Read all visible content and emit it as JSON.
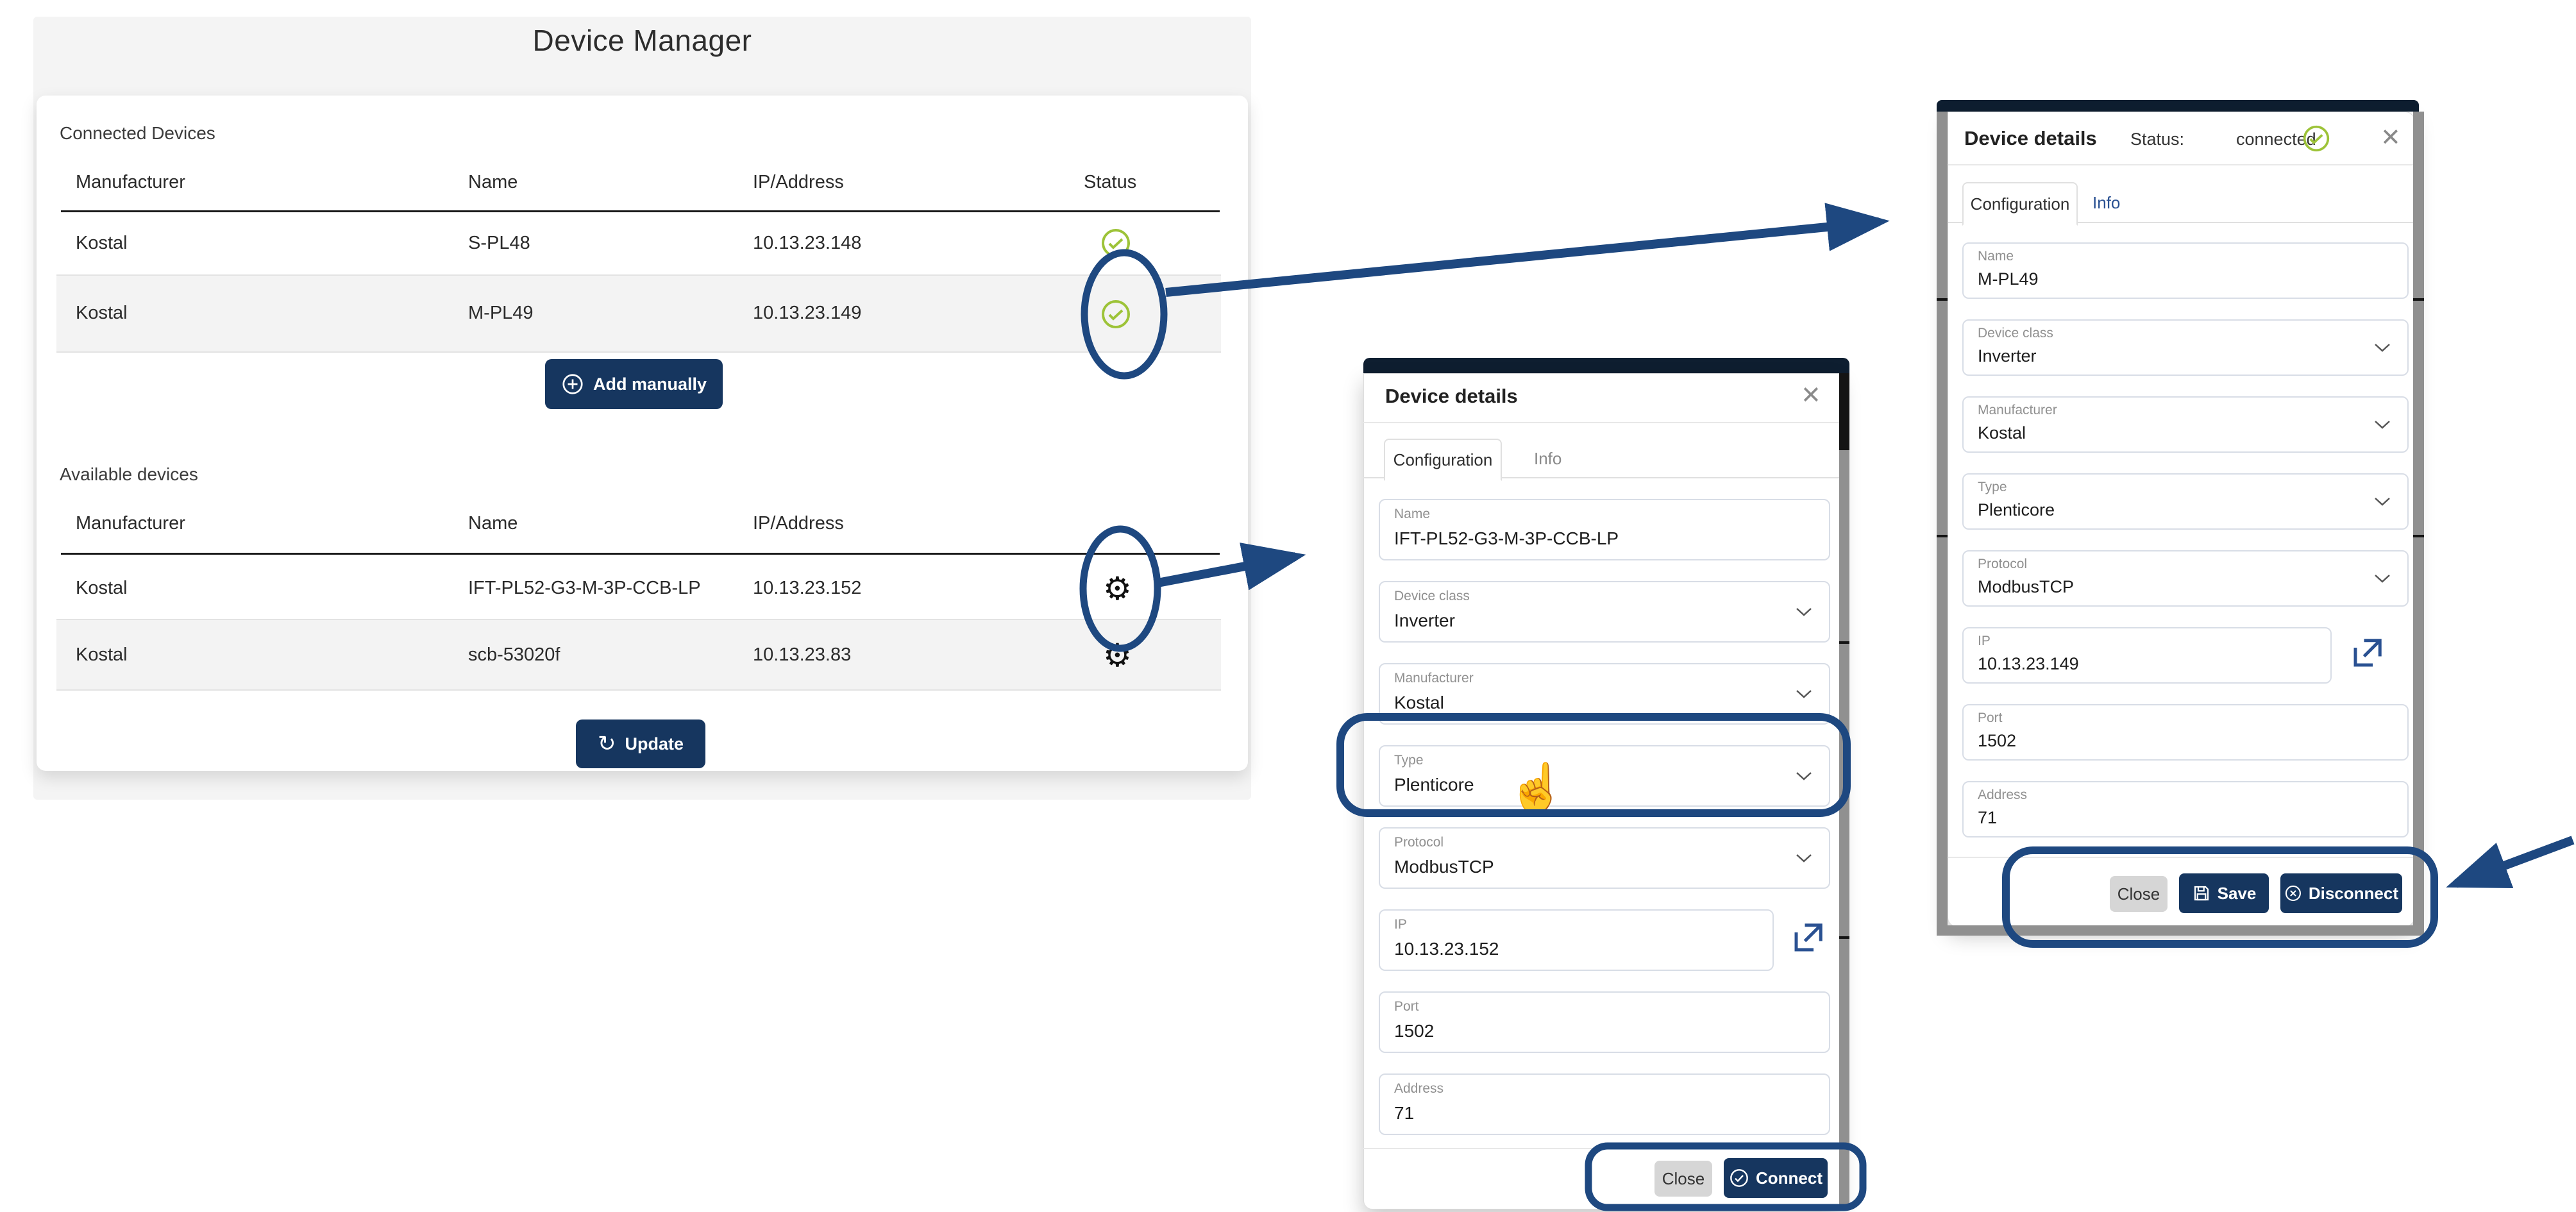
{
  "colors": {
    "accent_navy": "#16365f",
    "annotation_blue": "#1e4880",
    "status_green": "#9dc338",
    "info_link_blue": "#2a5192",
    "backdrop_gray": "#f4f4f4"
  },
  "glyphs": {
    "gear": "⚙",
    "add_plus": "⊕",
    "refresh": "↻",
    "close": "✕",
    "pointer": "☝"
  },
  "device_manager": {
    "title": "Device Manager",
    "connected": {
      "section_title": "Connected Devices",
      "columns": [
        "Manufacturer",
        "Name",
        "IP/Address",
        "Status"
      ],
      "rows": [
        {
          "manufacturer": "Kostal",
          "name": "S-PL48",
          "ip": "10.13.23.148",
          "status": "connected"
        },
        {
          "manufacturer": "Kostal",
          "name": "M-PL49",
          "ip": "10.13.23.149",
          "status": "connected"
        }
      ],
      "add_button": "Add manually"
    },
    "available": {
      "section_title": "Available devices",
      "columns": [
        "Manufacturer",
        "Name",
        "IP/Address"
      ],
      "rows": [
        {
          "manufacturer": "Kostal",
          "name": "IFT-PL52-G3-M-3P-CCB-LP",
          "ip": "10.13.23.152"
        },
        {
          "manufacturer": "Kostal",
          "name": "scb-53020f",
          "ip": "10.13.23.83"
        }
      ],
      "update_button": "Update"
    }
  },
  "dialog_available": {
    "title": "Device details",
    "tabs": [
      "Configuration",
      "Info"
    ],
    "fields": [
      {
        "label": "Name",
        "value": "IFT-PL52-G3-M-3P-CCB-LP"
      },
      {
        "label": "Device class",
        "value": "Inverter"
      },
      {
        "label": "Manufacturer",
        "value": "Kostal"
      },
      {
        "label": "Type",
        "value": "Plenticore"
      },
      {
        "label": "Protocol",
        "value": "ModbusTCP"
      },
      {
        "label": "IP",
        "value": "10.13.23.152"
      },
      {
        "label": "Port",
        "value": "1502"
      },
      {
        "label": "Address",
        "value": "71"
      }
    ],
    "buttons": {
      "close": "Close",
      "connect": "Connect"
    }
  },
  "dialog_connected": {
    "title": "Device details",
    "status_label": "Status:",
    "status_value": "connected",
    "tabs": [
      "Configuration",
      "Info"
    ],
    "fields": [
      {
        "label": "Name",
        "value": "M-PL49"
      },
      {
        "label": "Device class",
        "value": "Inverter"
      },
      {
        "label": "Manufacturer",
        "value": "Kostal"
      },
      {
        "label": "Type",
        "value": "Plenticore"
      },
      {
        "label": "Protocol",
        "value": "ModbusTCP"
      },
      {
        "label": "IP",
        "value": "10.13.23.149"
      },
      {
        "label": "Port",
        "value": "1502"
      },
      {
        "label": "Address",
        "value": "71"
      }
    ],
    "buttons": {
      "close": "Close",
      "save": "Save",
      "disconnect": "Disconnect"
    }
  }
}
